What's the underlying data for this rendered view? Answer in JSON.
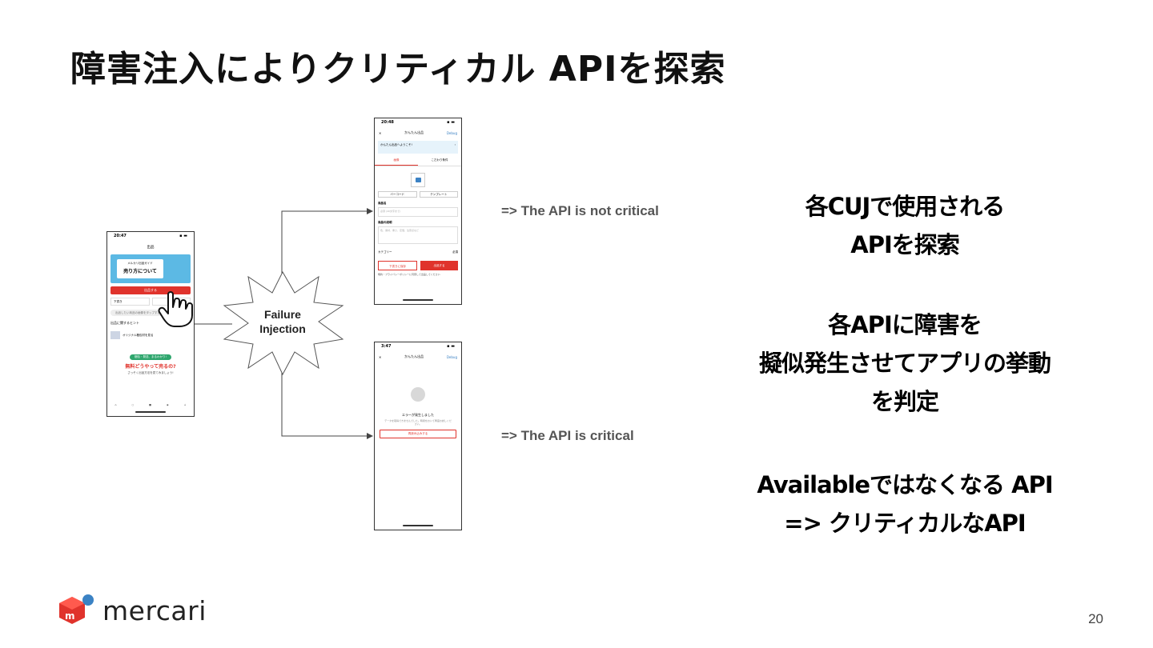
{
  "slide": {
    "title": "障害注入によりクリティカル APIを探索",
    "page_number": "20"
  },
  "diagram": {
    "injection_line1": "Failure",
    "injection_line2": "Injection",
    "result_not_critical": "=> The API is not critical",
    "result_critical": "=> The API is critical"
  },
  "side_text": {
    "block1_line1": "各CUJで使用される",
    "block1_line2": "APIを探索",
    "block2_line1": "各APIに障害を",
    "block2_line2": "擬似発生させてアプリの挙動",
    "block2_line3": "を判定",
    "block3_line1": "Availableではなくなる API",
    "block3_line2": "=> クリティカルなAPI"
  },
  "phone_home": {
    "time": "20:47",
    "title": "出品",
    "banner_small": "メルカリ出品ガイド",
    "banner_big": "売り方について",
    "sell_button": "出品する",
    "draft": "下書き",
    "search_placeholder": "出品したい商品の画像をタップする",
    "hint_title": "出品に関するヒント",
    "hint_item": "オリジナル梱包材を見る",
    "promo_pill": "梱包・発送、まるわかり!",
    "promo_main": "無料どうやって売るの?",
    "promo_sub": "さっそく出品方法を見てみましょう!"
  },
  "phone_ok": {
    "time": "20:48",
    "title": "かんたん出品",
    "debug": "Debug",
    "info": "かんたん出品へようこそ!",
    "tab_photo": "画像",
    "tab_other": "こだわり条件",
    "barcode": "バーコード",
    "template": "テンプレート",
    "label_name": "商品名",
    "placeholder_name": "必須 (40文字まで)",
    "label_desc": "商品の説明",
    "placeholder_desc": "色、素材、重さ、定価、注意点など",
    "category": "カテゴリー",
    "required": "必須",
    "draft_button": "下書きに保存",
    "list_button": "出品する",
    "terms": "規約・プライバシーポリシーに同意して出品してください"
  },
  "phone_err": {
    "time": "3:47",
    "title": "かんたん出品",
    "debug": "Debug",
    "error_title": "エラーが発生しました",
    "error_msg": "データを取得できませんでした。時間をおいて再度お試しください。",
    "reload": "再読み込みする"
  },
  "logo": {
    "word": "mercari"
  },
  "colors": {
    "mercari_red": "#e0332c",
    "mercari_blue": "#3b82c4"
  }
}
